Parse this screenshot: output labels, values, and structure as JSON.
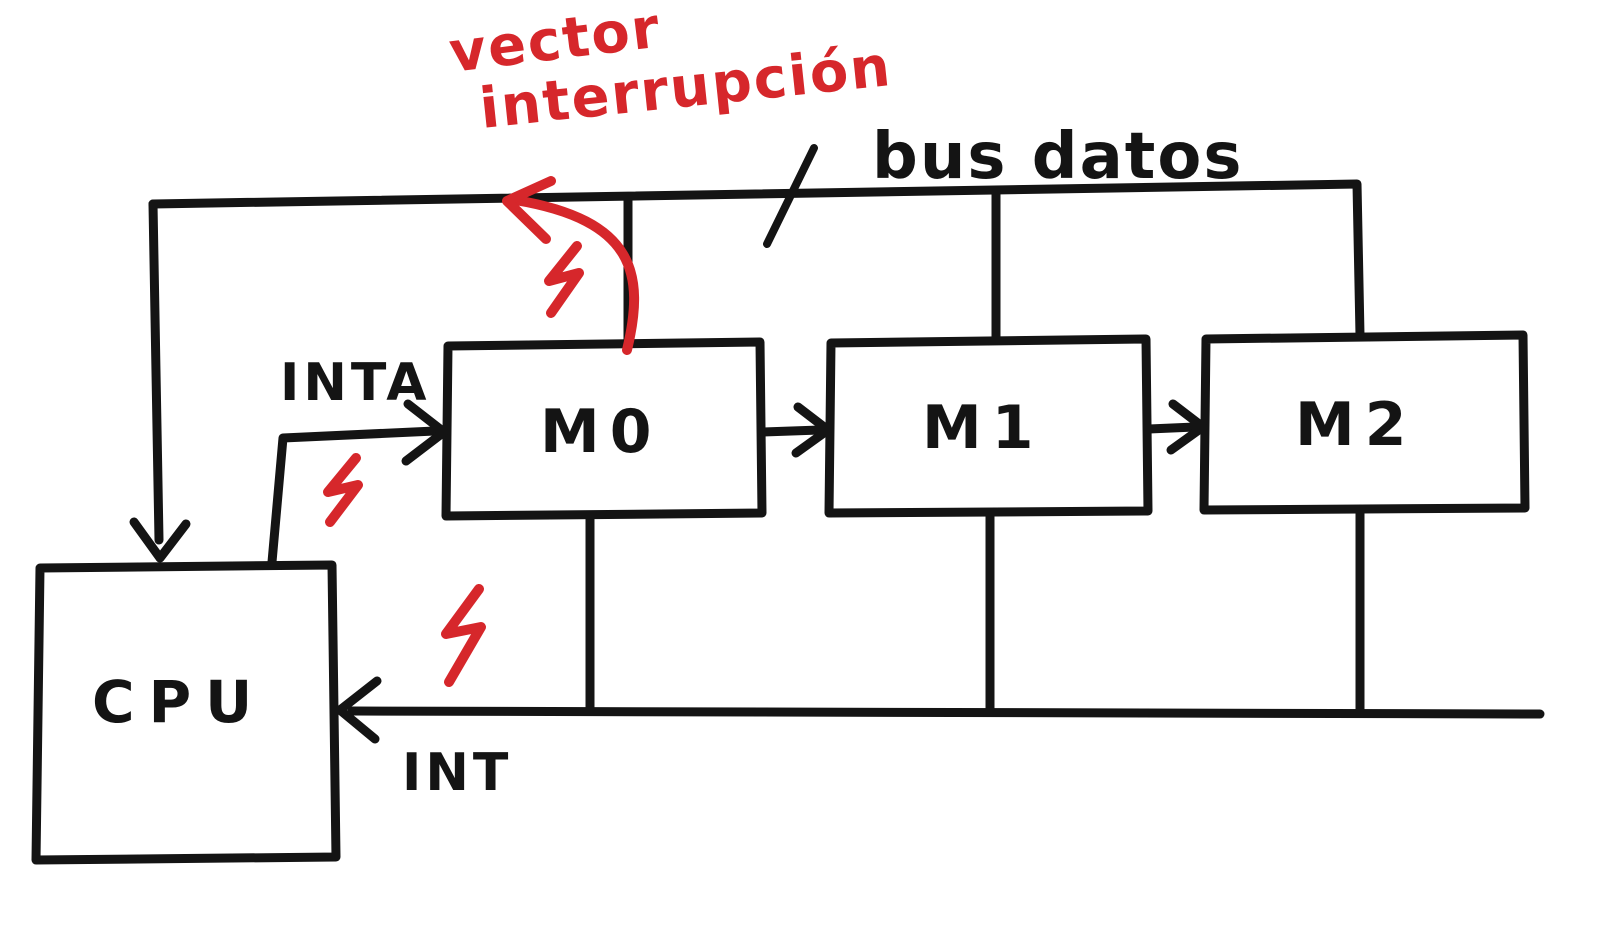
{
  "diagram": {
    "kind": "hand-drawn interrupt daisy-chain diagram",
    "colors": {
      "ink": "#141414",
      "accent_red": "#d6272b",
      "background": "#ffffff"
    },
    "blocks": {
      "cpu": "CPU",
      "m0": "M0",
      "m1": "M1",
      "m2": "M2"
    },
    "labels": {
      "bus_datos": "bus datos",
      "inta": "INTA",
      "int": "INT",
      "vector_line1": "vector",
      "vector_line2": "interrupción"
    }
  }
}
